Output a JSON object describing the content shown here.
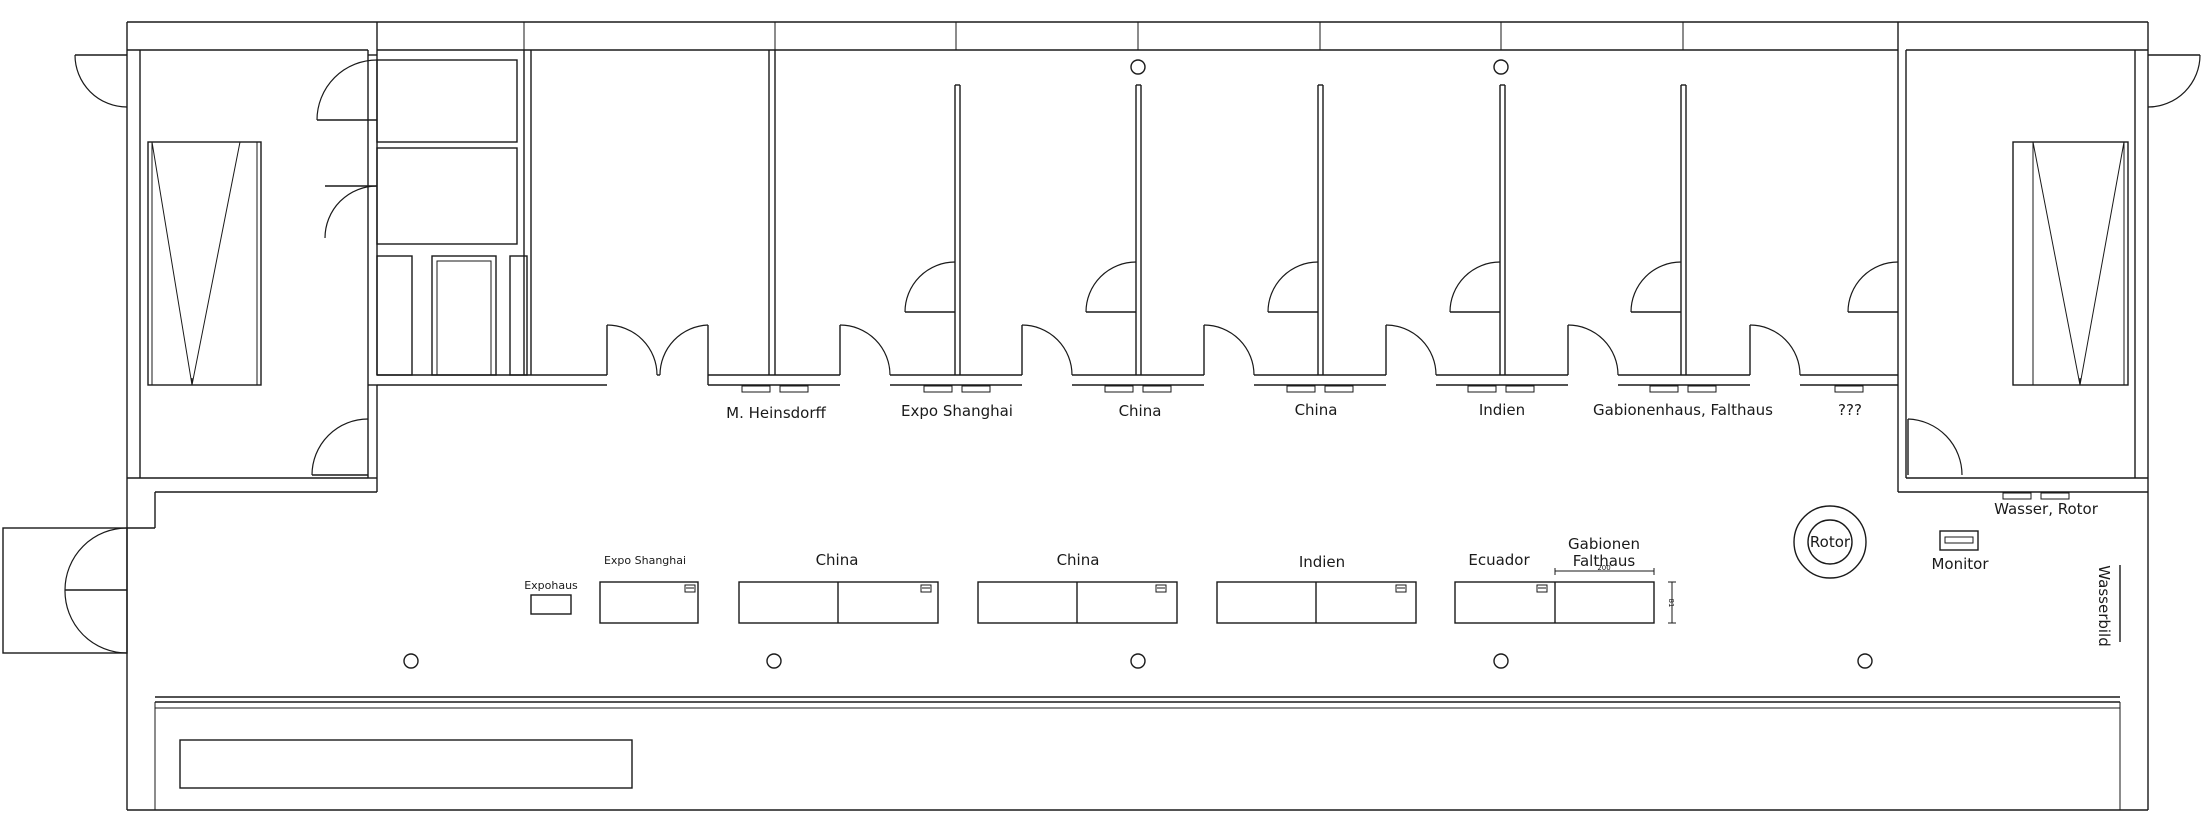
{
  "room_labels": [
    "M. Heinsdorff",
    "Expo Shanghai",
    "China",
    "China",
    "Indien",
    "Gabionenhaus, Falthaus",
    "???"
  ],
  "exhibit_labels": {
    "expohaus": "Expohaus",
    "expo_shanghai": "Expo Shanghai",
    "china_1": "China",
    "china_2": "China",
    "indien": "Indien",
    "ecuador": "Ecuador",
    "gabionen_line1": "Gabionen",
    "gabionen_line2": "Falthaus",
    "dimension_width": "200",
    "dimension_depth": "81"
  },
  "equipment_labels": {
    "rotor": "Rotor",
    "monitor": "Monitor",
    "wasser_rotor": "Wasser, Rotor",
    "wasserbild": "Wasserbild"
  }
}
